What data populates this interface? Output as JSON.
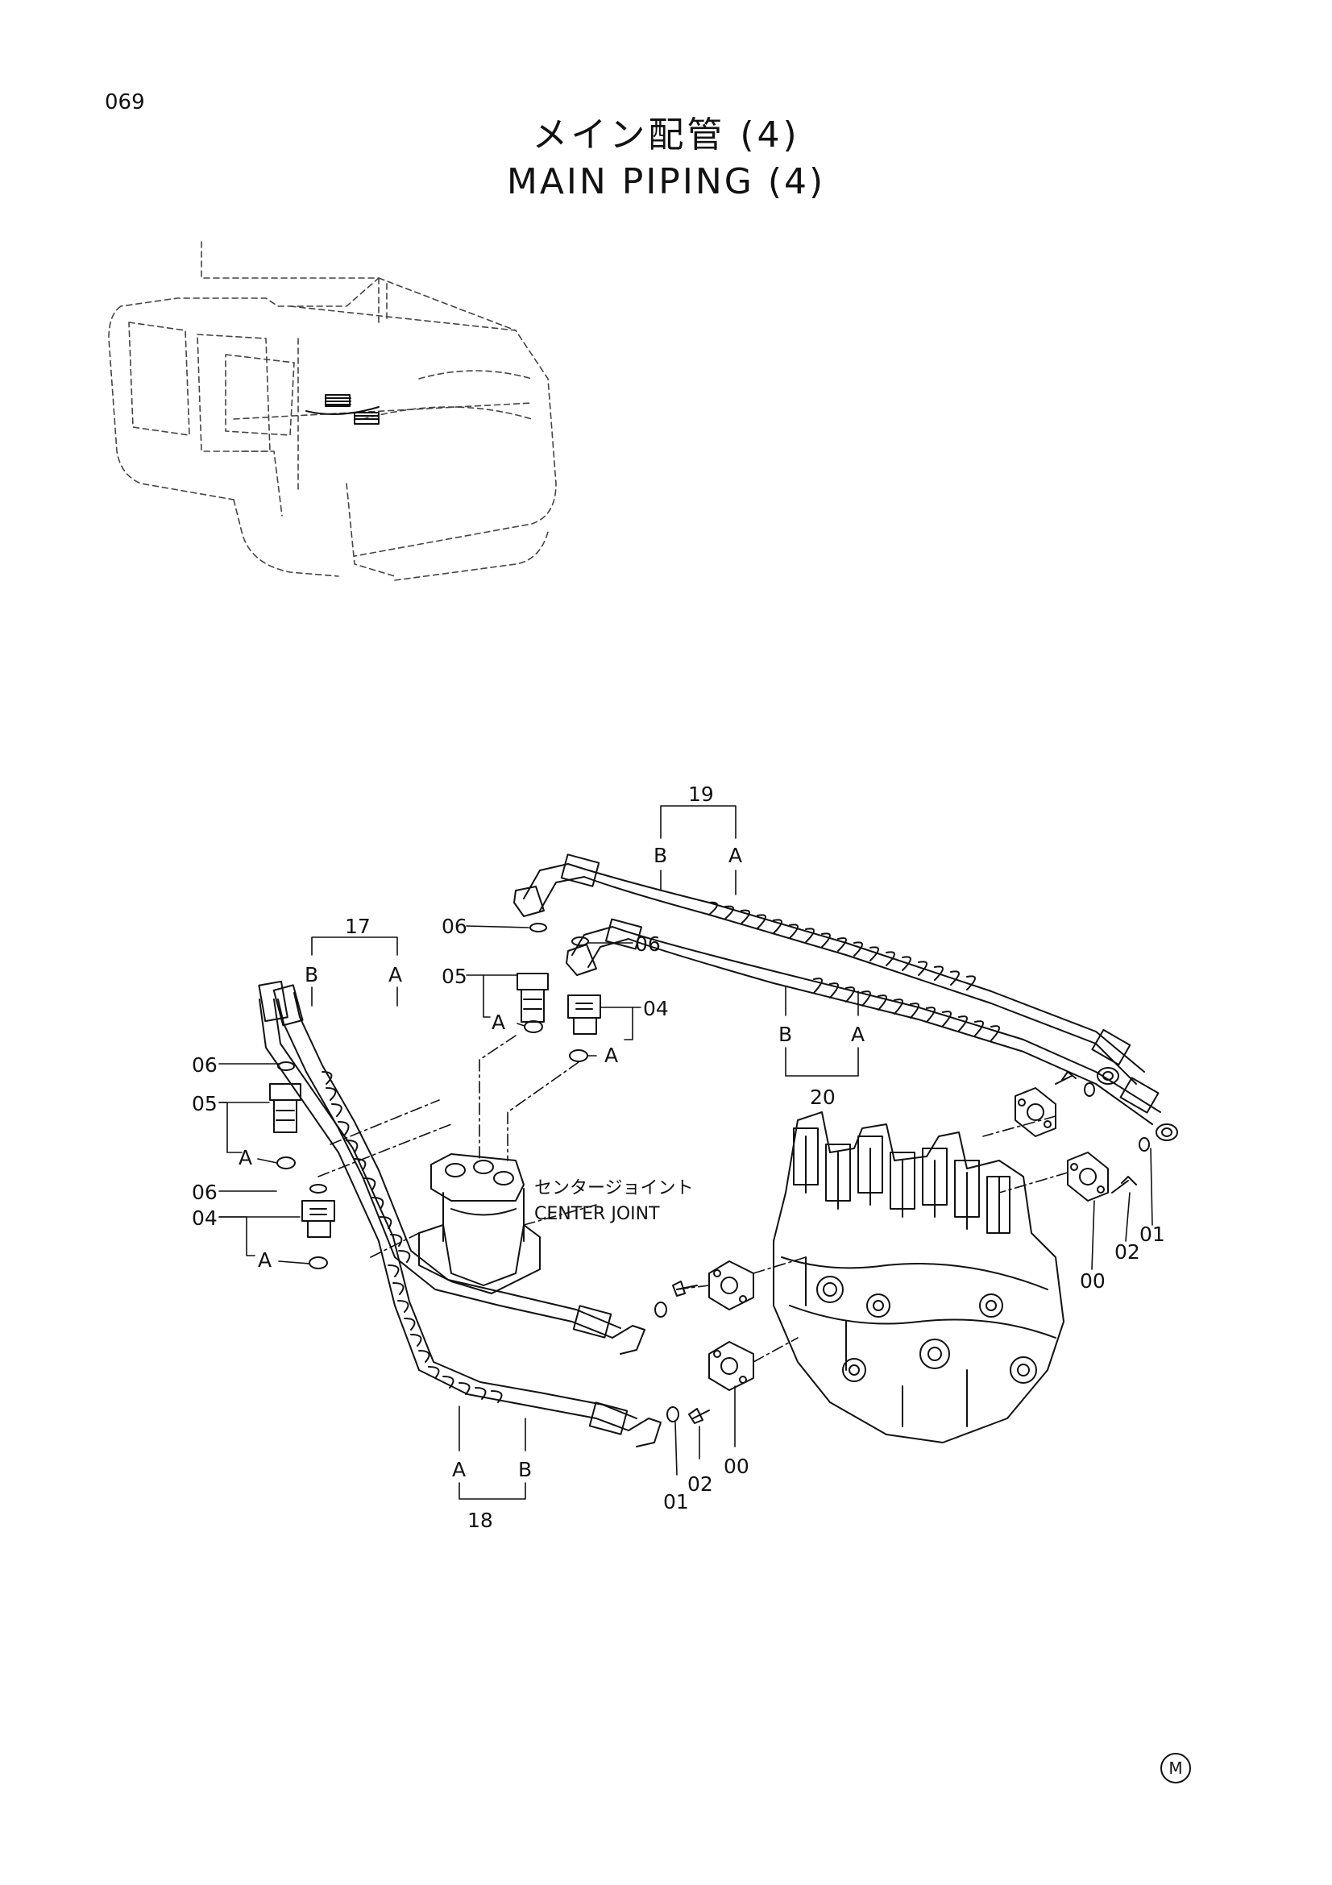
{
  "page_number": "069",
  "title": {
    "ja": "メイン配管 (4)",
    "en": "MAIN PIPING (4)"
  },
  "center_joint": {
    "ja": "センタージョイント",
    "en": "CENTER JOINT"
  },
  "mark": "M",
  "callouts": {
    "hose_17": "17",
    "hose_18": "18",
    "hose_19": "19",
    "hose_20": "20",
    "end_a": "A",
    "end_b": "B",
    "p00": "00",
    "p01": "01",
    "p02": "02",
    "p04": "04",
    "p05": "05",
    "p06": "06"
  }
}
